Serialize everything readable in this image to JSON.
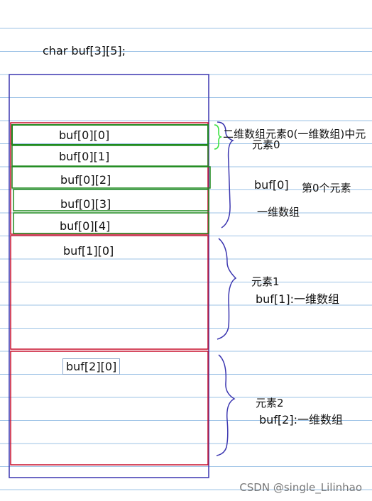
{
  "declaration": "char buf[3][5];",
  "rows": [
    {
      "label": "buf[0][0]"
    },
    {
      "label": "buf[0][1]"
    },
    {
      "label": "buf[0][2]"
    },
    {
      "label": "buf[0][3]"
    },
    {
      "label": "buf[0][4]"
    }
  ],
  "block1_label": "buf[1][0]",
  "block2_label": "buf[2][0]",
  "annotations": {
    "element0_line1": "二维数组元素0(一维数组)中元",
    "element0_line2": "元素0",
    "buf0": "buf[0]",
    "element0th": "第0个元素",
    "one_dim": "一维数组",
    "element1": "元素1",
    "buf1_desc": "buf[1]:一维数组",
    "element2": "元素2",
    "buf2_desc": "buf[2]:一维数组"
  },
  "watermark": "CSDN @single_Lilinhao",
  "colors": {
    "ruled_line": "#9ec3e6",
    "outer_box": "#3b36b0",
    "red_box": "#c8102e",
    "green_box": "#1f8a1f",
    "bright_green": "#34e03a",
    "brace": "#3b36b0"
  }
}
